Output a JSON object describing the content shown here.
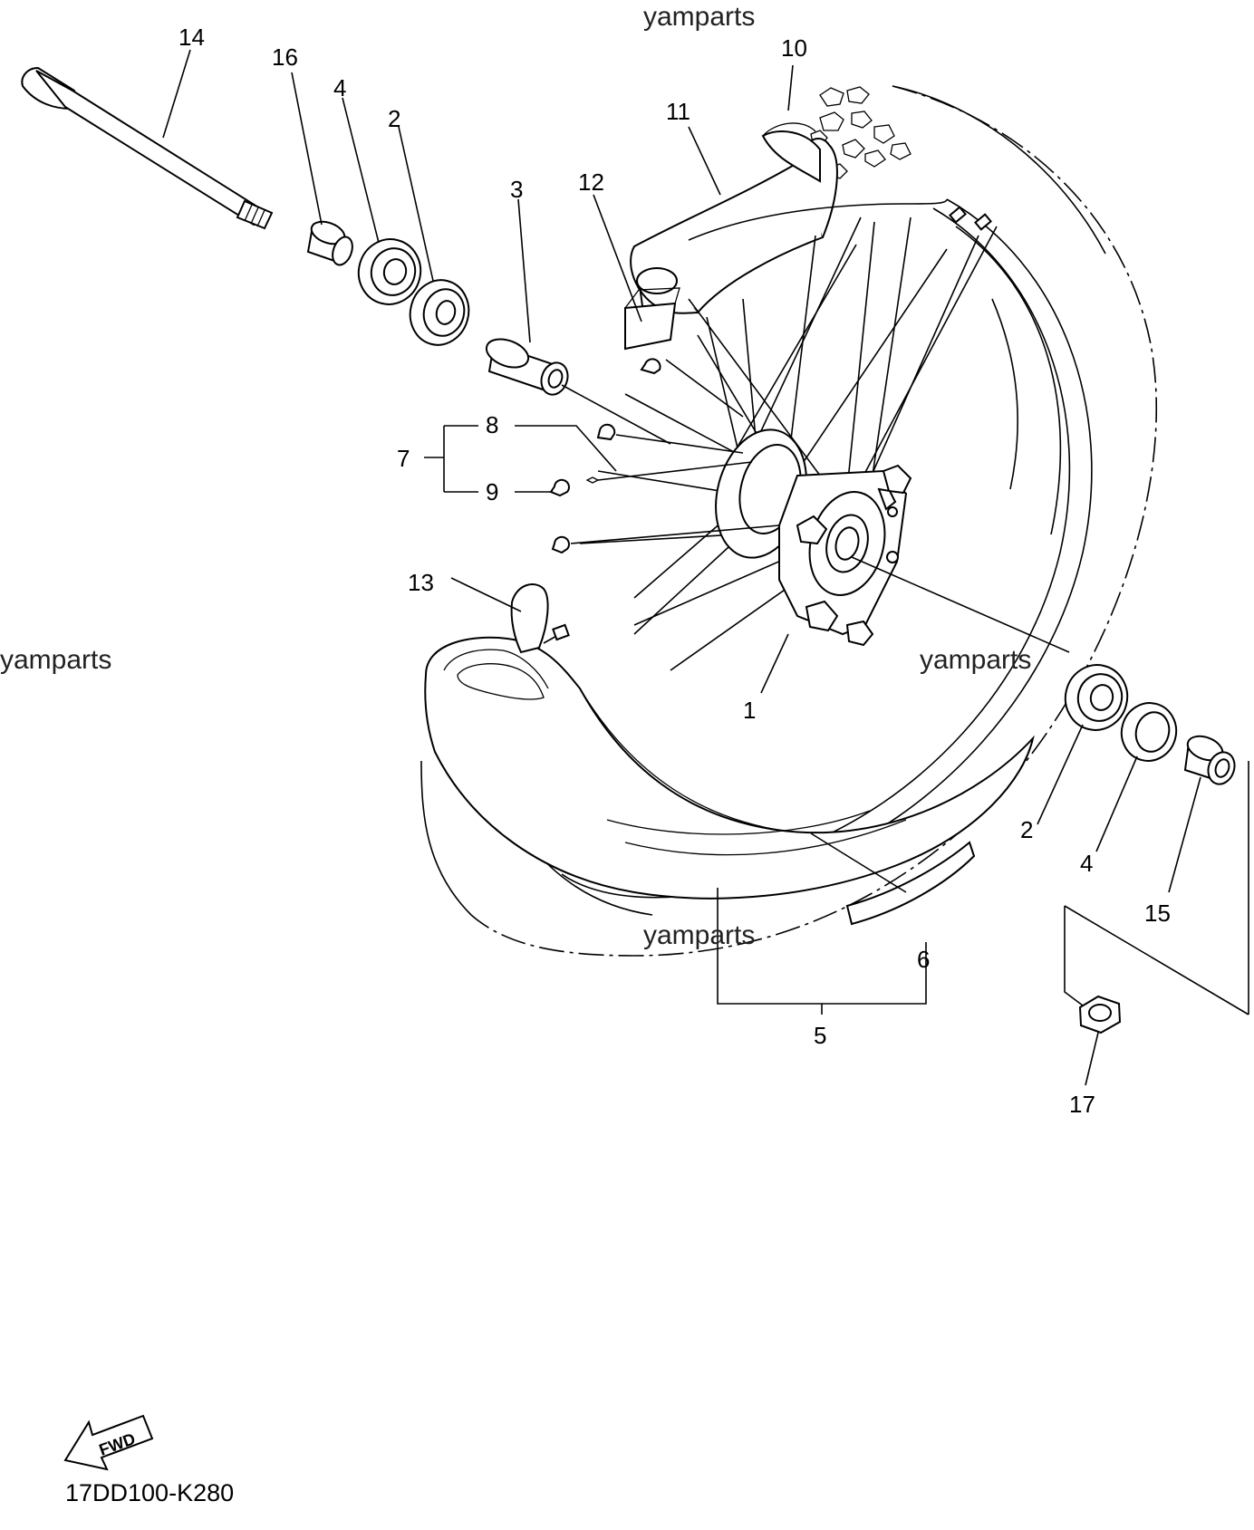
{
  "watermarks": [
    "yamparts",
    "yamparts",
    "yamparts",
    "yamparts"
  ],
  "callouts": {
    "c1": "1",
    "c2a": "2",
    "c2b": "2",
    "c3": "3",
    "c4a": "4",
    "c4b": "4",
    "c5": "5",
    "c6": "6",
    "c7": "7",
    "c8": "8",
    "c9": "9",
    "c10": "10",
    "c11": "11",
    "c12": "12",
    "c13": "13",
    "c14": "14",
    "c15": "15",
    "c16": "16",
    "c17": "17"
  },
  "fwd_label": "FWD",
  "diagram_code": "17DD100-K280"
}
